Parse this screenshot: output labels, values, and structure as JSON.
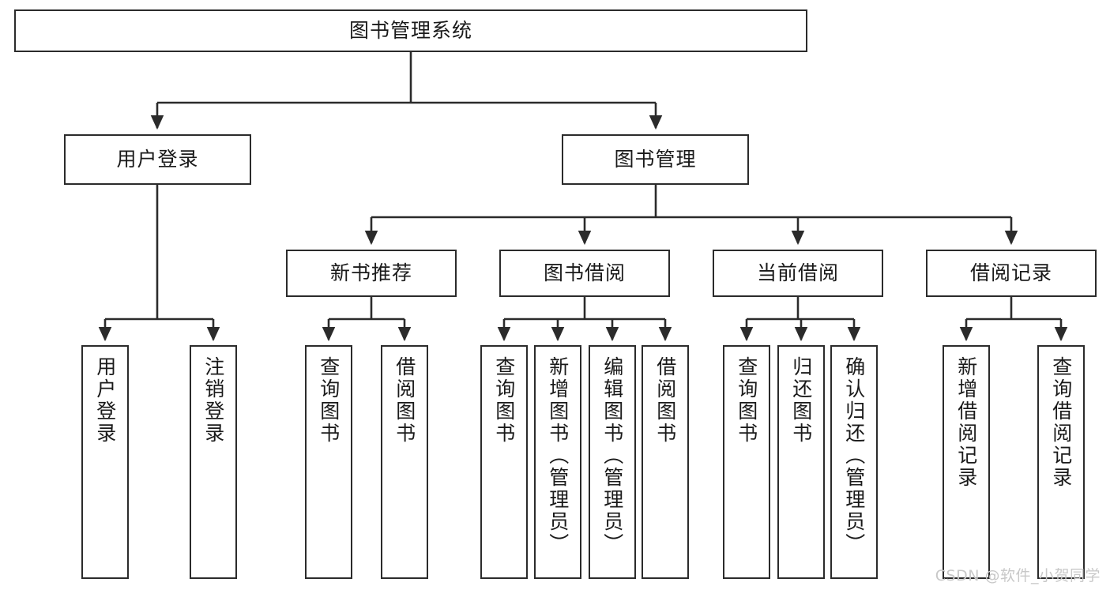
{
  "diagram": {
    "title": "图书管理系统",
    "type": "tree-hierarchy",
    "watermark": "CSDN @软件_小贺同学",
    "colors": {
      "stroke": "#2b2b2b",
      "fill": "#ffffff",
      "text": "#1a1a1a",
      "watermark": "#c8c8c8"
    },
    "root": {
      "label": "图书管理系统"
    },
    "level1": [
      {
        "label": "用户登录"
      },
      {
        "label": "图书管理"
      }
    ],
    "level2": [
      {
        "label": "新书推荐"
      },
      {
        "label": "图书借阅"
      },
      {
        "label": "当前借阅"
      },
      {
        "label": "借阅记录"
      }
    ],
    "leaves": {
      "user_login": [
        {
          "label": "用户登录"
        },
        {
          "label": "注销登录"
        }
      ],
      "new_book_recommend": [
        {
          "label": "查询图书"
        },
        {
          "label": "借阅图书"
        }
      ],
      "book_borrow": [
        {
          "label": "查询图书"
        },
        {
          "label": "新增图书（管理员）"
        },
        {
          "label": "编辑图书（管理员）"
        },
        {
          "label": "借阅图书"
        }
      ],
      "current_borrow": [
        {
          "label": "查询图书"
        },
        {
          "label": "归还图书"
        },
        {
          "label": "确认归还（管理员）"
        }
      ],
      "borrow_record": [
        {
          "label": "新增借阅记录"
        },
        {
          "label": "查询借阅记录"
        }
      ]
    }
  }
}
